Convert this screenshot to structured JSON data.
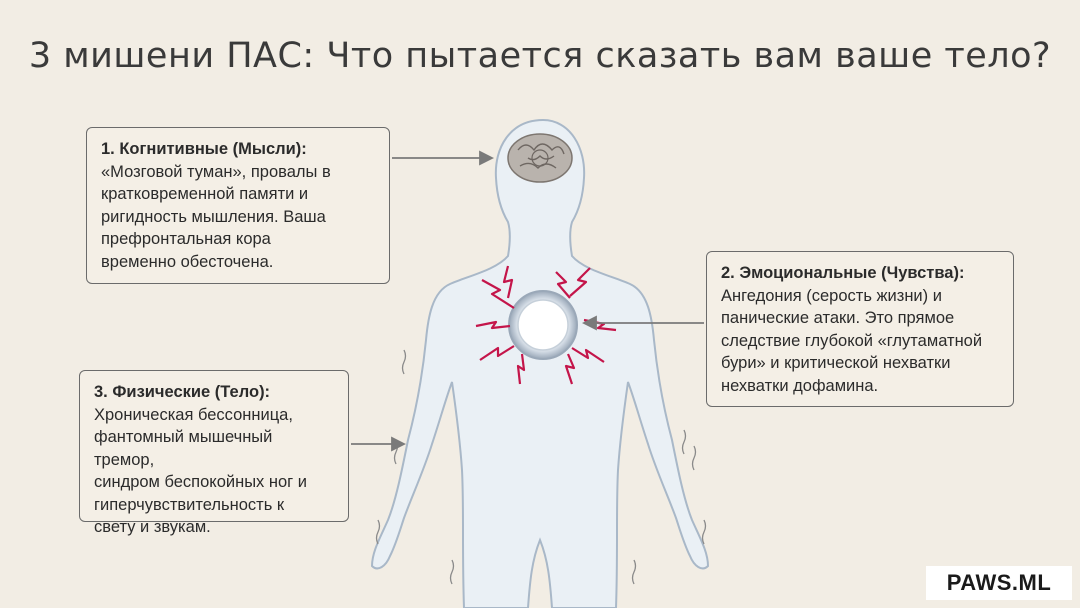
{
  "title": "3 мишени ПАС: Что пытается сказать вам ваше тело?",
  "boxes": {
    "cognitive": {
      "heading": "1. Когнитивные (Мысли):",
      "body": "«Мозговой туман», провалы в\nкратковременной памяти и\nригидность мышления. Ваша\nпрефронтальная кора\nвременно обесточена."
    },
    "emotional": {
      "heading": "2. Эмоциональные (Чувства):",
      "body": "Ангедония (серость жизни) и\nпанические атаки. Это прямое\nследствие глубокой «глутаматной\nбури» и критической нехватки\nнехватки дофамина."
    },
    "physical": {
      "heading": "3. Физические (Тело):",
      "body": "Хроническая бессонница,\nфантомный мышечный тремор,\nсиндром беспокойных ног и\nгиперчувствительность к\nсвету и звукам."
    }
  },
  "brand": {
    "label": "PAWS.ML"
  },
  "colors": {
    "background": "#f2ede4",
    "figure_fill": "#eaf0f5",
    "figure_outline": "#a9b8c8",
    "lightning": "#c4154a",
    "box_border": "#6b6b6b"
  },
  "icons": [
    "brain-icon",
    "heart-ring-icon",
    "lightning-icon",
    "arrow-icon",
    "tremor-lines-icon"
  ]
}
